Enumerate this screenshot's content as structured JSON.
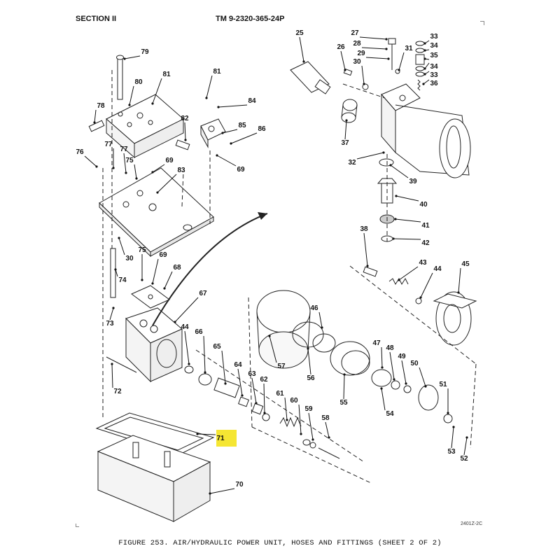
{
  "header": {
    "section": "SECTION II",
    "tm_number": "TM 9-2320-365-24P"
  },
  "figure": {
    "caption": "FIGURE 253. AIR/HYDRAULIC POWER UNIT, HOSES AND FITTINGS (SHEET 2 OF 2)",
    "drawing_code": "2401Z-2C",
    "highlighted_item": "71",
    "highlight_color": "#f5e633"
  },
  "callouts": [
    {
      "id": "25"
    },
    {
      "id": "26"
    },
    {
      "id": "27"
    },
    {
      "id": "28"
    },
    {
      "id": "29"
    },
    {
      "id": "30"
    },
    {
      "id": "31"
    },
    {
      "id": "32"
    },
    {
      "id": "33"
    },
    {
      "id": "34"
    },
    {
      "id": "35"
    },
    {
      "id": "34"
    },
    {
      "id": "33"
    },
    {
      "id": "36"
    },
    {
      "id": "37"
    },
    {
      "id": "38"
    },
    {
      "id": "39"
    },
    {
      "id": "40"
    },
    {
      "id": "41"
    },
    {
      "id": "42"
    },
    {
      "id": "43"
    },
    {
      "id": "44"
    },
    {
      "id": "45"
    },
    {
      "id": "46"
    },
    {
      "id": "47"
    },
    {
      "id": "48"
    },
    {
      "id": "49"
    },
    {
      "id": "50"
    },
    {
      "id": "51"
    },
    {
      "id": "52"
    },
    {
      "id": "53"
    },
    {
      "id": "54"
    },
    {
      "id": "55"
    },
    {
      "id": "56"
    },
    {
      "id": "57"
    },
    {
      "id": "58"
    },
    {
      "id": "59"
    },
    {
      "id": "60"
    },
    {
      "id": "61"
    },
    {
      "id": "62"
    },
    {
      "id": "63"
    },
    {
      "id": "64"
    },
    {
      "id": "65"
    },
    {
      "id": "66"
    },
    {
      "id": "44"
    },
    {
      "id": "67"
    },
    {
      "id": "68"
    },
    {
      "id": "69"
    },
    {
      "id": "75"
    },
    {
      "id": "30"
    },
    {
      "id": "74"
    },
    {
      "id": "73"
    },
    {
      "id": "72"
    },
    {
      "id": "71"
    },
    {
      "id": "70"
    },
    {
      "id": "76"
    },
    {
      "id": "77"
    },
    {
      "id": "77"
    },
    {
      "id": "75"
    },
    {
      "id": "78"
    },
    {
      "id": "79"
    },
    {
      "id": "80"
    },
    {
      "id": "81"
    },
    {
      "id": "81"
    },
    {
      "id": "82"
    },
    {
      "id": "83"
    },
    {
      "id": "84"
    },
    {
      "id": "85"
    },
    {
      "id": "86"
    },
    {
      "id": "69"
    },
    {
      "id": "69"
    }
  ]
}
